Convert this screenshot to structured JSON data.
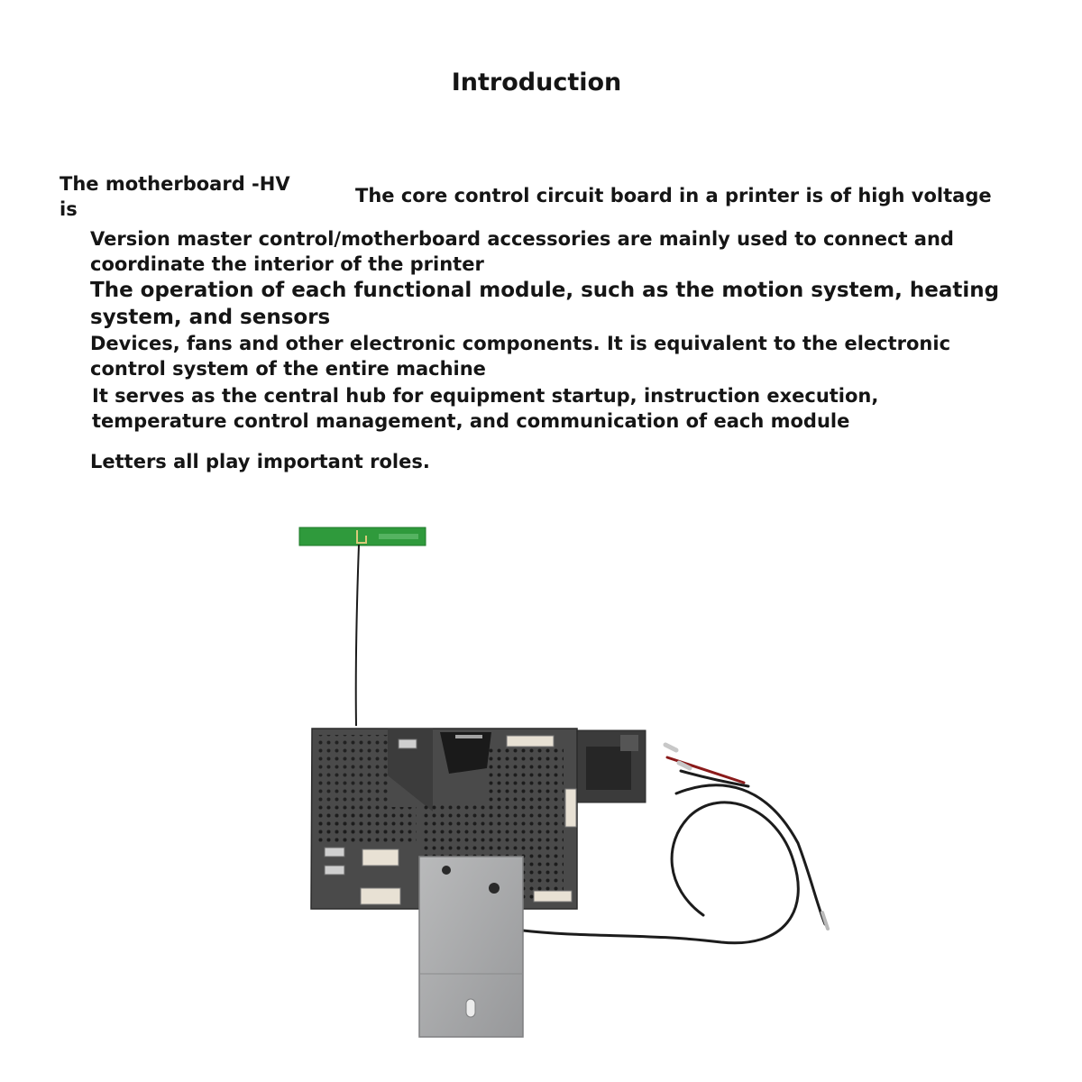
{
  "title": "Introduction",
  "lead": {
    "part1_line1": "The motherboard -HV",
    "part1_line2": "is",
    "part2": "The core control circuit board in a printer is of high voltage"
  },
  "paragraphs": [
    {
      "line1": "Version master control/motherboard accessories are mainly used to connect and",
      "line2": "coordinate the interior of the printer"
    },
    {
      "line1": "The operation of each functional module, such as the motion system, heating",
      "line2": "system, and sensors"
    },
    {
      "line1": "Devices, fans and other electronic components. It is equivalent to the electronic",
      "line2": "control system of the entire machine"
    },
    {
      "line1": "It serves as the central hub for equipment startup, instruction execution,",
      "line2": "temperature control management, and communication of each module"
    },
    {
      "line1": "Letters all play important roles."
    }
  ],
  "colors": {
    "board": "#4a4a4a",
    "antenna": "#2f9a3c",
    "bracket": "#a9aaab",
    "text": "#151515"
  }
}
